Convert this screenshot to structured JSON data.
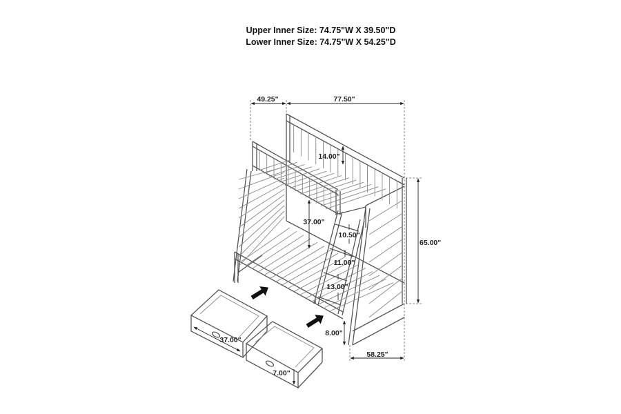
{
  "header": {
    "upper_inner_size": "Upper Inner Size: 74.75\"W X 39.50\"D",
    "lower_inner_size": "Lower Inner Size: 74.75\"W X 54.25\"D"
  },
  "dimensions": {
    "end_width": "49.25\"",
    "length": "77.50\"",
    "guardrail_height": "14.00\"",
    "bunk_clearance": "37.00\"",
    "ladder_step_top": "10.50\"",
    "overall_height": "65.00\"",
    "ladder_step_middle": "11.00\"",
    "ladder_step_bottom": "13.00\"",
    "floor_clearance": "8.00\"",
    "base_depth": "58.25\"",
    "drawer_width": "37.00\"",
    "drawer_height": "7.00\""
  }
}
